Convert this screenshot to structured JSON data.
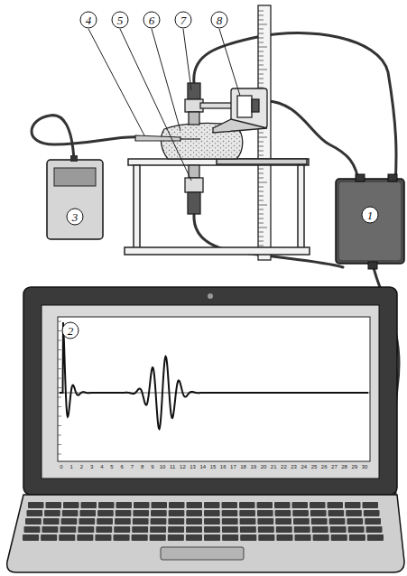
{
  "diagram": {
    "labels": [
      "1",
      "2",
      "3",
      "4",
      "5",
      "6",
      "7",
      "8",
      "0",
      "1",
      "2",
      "3",
      "4",
      "5",
      "6",
      "7",
      "8",
      "9",
      "10",
      "11",
      "12",
      "13",
      "14",
      "15",
      "16",
      "17",
      "18",
      "19",
      "20",
      "21",
      "22",
      "23",
      "24",
      "25",
      "26",
      "27",
      "28",
      "29",
      "30"
    ]
  }
}
